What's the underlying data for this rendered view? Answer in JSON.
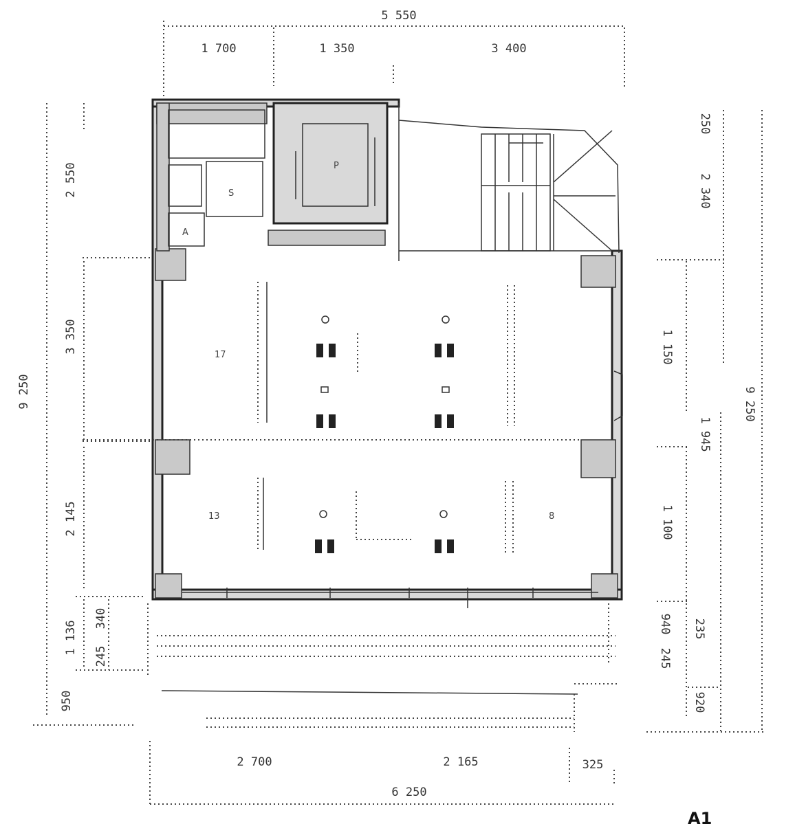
{
  "dimensions": {
    "top": {
      "total": "5 550",
      "segments": [
        "1 700",
        "1 350",
        "3 400"
      ]
    },
    "bottom": {
      "total": "6 250",
      "segments": [
        "2 700",
        "2 165",
        "325"
      ]
    },
    "left": {
      "total": "9 250",
      "segments": [
        "2 550",
        "3 350",
        "2 145",
        "1 136",
        "340",
        "245",
        "950"
      ]
    },
    "right": {
      "total": "9 250",
      "segments": [
        "250",
        "2 340",
        "1 150",
        "1 945",
        "1 100",
        "245",
        "940",
        "235",
        "920"
      ]
    }
  },
  "room_labels": [
    "17",
    "13",
    "8"
  ],
  "sheet_mark": "A1"
}
